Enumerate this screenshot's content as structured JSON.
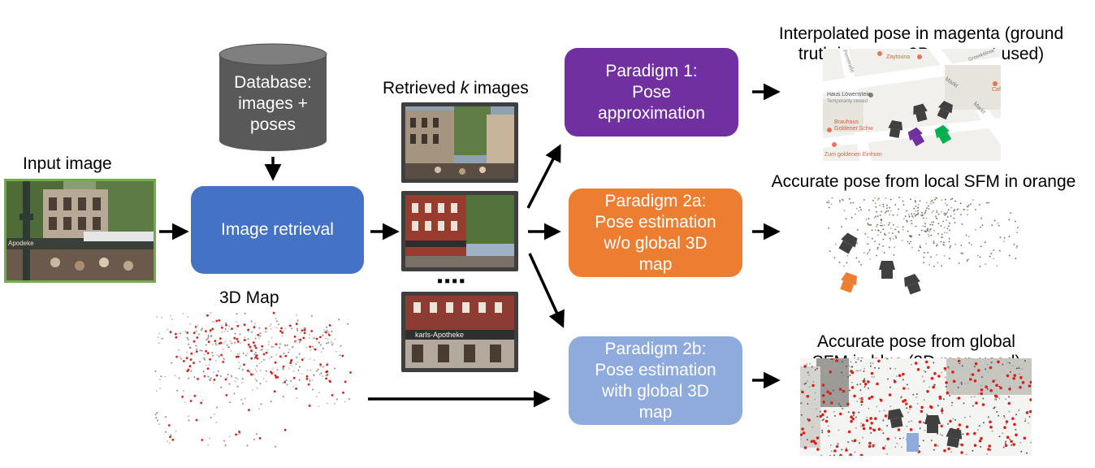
{
  "input": {
    "label": "Input image",
    "sign_text": "Apodeke"
  },
  "database": {
    "label": "Database:\nimages +\nposes"
  },
  "retrieval": {
    "label": "Image retrieval"
  },
  "retrieved": {
    "label_pre": "Retrieved ",
    "label_k": "k",
    "label_post": " images",
    "dots": "▪▪▪▪",
    "shop_sign": "karls-Apotheke"
  },
  "map3d": {
    "label": "3D Map"
  },
  "paradigms": [
    {
      "label": "Paradigm 1:\nPose\napproximation",
      "color": "#7030a0"
    },
    {
      "label": "Paradigm 2a:\nPose estimation\nw/o global 3D\nmap",
      "color": "#ed7d31"
    },
    {
      "label": "Paradigm 2b:\nPose estimation\nwith global 3D\nmap",
      "color": "#8faadc"
    }
  ],
  "outputs": [
    {
      "caption": "Interpolated pose in magenta (ground\ntruth in green, 3D map not used)"
    },
    {
      "caption": "Accurate pose from local SFM in orange"
    },
    {
      "caption": "Accurate pose from global\nSFM in blue (3D map used)"
    }
  ],
  "street_map": {
    "labels": [
      "Zaytouna",
      "Haus Löwenstein",
      "Temporarily closed",
      "Brauhaus",
      "Goldener Schw",
      "Zum goldenen Einhorn",
      "Markt",
      "Markt",
      "Caf",
      "Grosskölnstr",
      "Pontstraße"
    ]
  },
  "colors": {
    "retrieval": "#4472c4",
    "database": "#595959",
    "input_border": "#70ad47",
    "magenta": "#7030a0",
    "green": "#00b050",
    "orange": "#ed7d31",
    "blue": "#8faadc",
    "camera": "#404040"
  }
}
